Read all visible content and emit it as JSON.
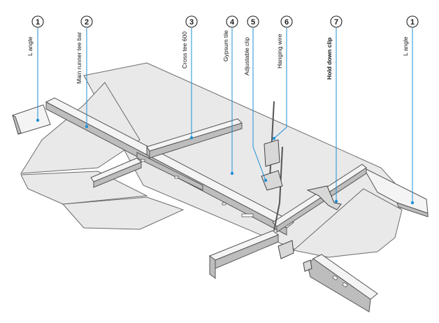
{
  "diagram": {
    "callouts": [
      {
        "id": "c1-left",
        "number": "1",
        "label": "L angle"
      },
      {
        "id": "c2",
        "number": "2",
        "label": "Main runner tee bar"
      },
      {
        "id": "c3",
        "number": "3",
        "label": "Cross tee 600"
      },
      {
        "id": "c4",
        "number": "4",
        "label": "Gypsum tile"
      },
      {
        "id": "c5",
        "number": "5",
        "label": "Adjustable clip"
      },
      {
        "id": "c6",
        "number": "6",
        "label": "Hanging wire"
      },
      {
        "id": "c7",
        "number": "7",
        "label": "Hold down clip"
      },
      {
        "id": "c1-right",
        "number": "1",
        "label": "L angle"
      }
    ],
    "colors": {
      "leader": "#1f8fd6",
      "tile": "#e9e9e9",
      "outline": "#555555"
    }
  }
}
